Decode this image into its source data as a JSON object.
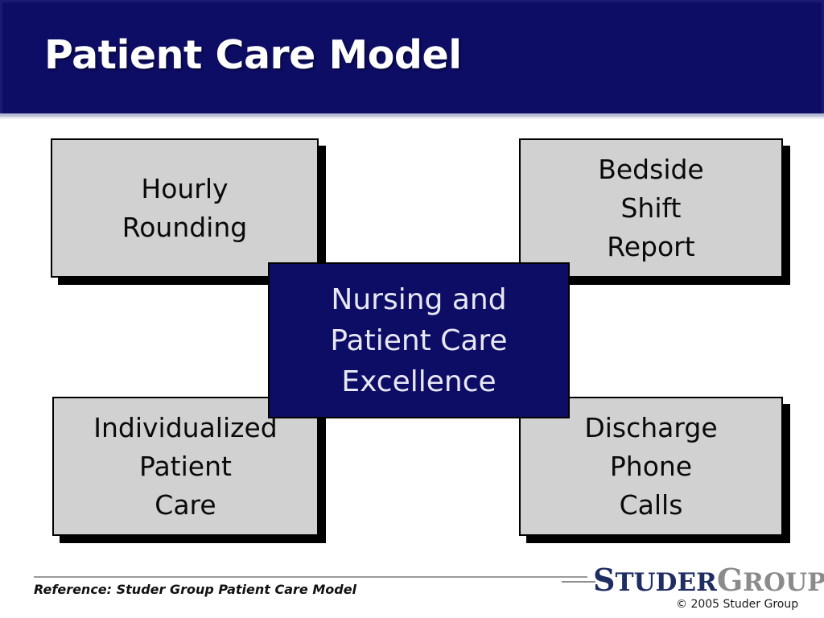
{
  "slide": {
    "title": "Patient Care Model",
    "background_color": "#ffffff",
    "accent_navy": "#0d0d66",
    "box_gray": "#d1d1d1"
  },
  "diagram": {
    "center": {
      "label": "Nursing and\nPatient Care\nExcellence",
      "fill": "#0d0d66",
      "text_color": "#e8e8f4"
    },
    "boxes": [
      {
        "id": "hourly-rounding",
        "label": "Hourly\nRounding",
        "fill": "#d1d1d1",
        "text_color": "#0a0a0a"
      },
      {
        "id": "bedside-shift-report",
        "label": "Bedside\nShift\nReport",
        "fill": "#d1d1d1",
        "text_color": "#0a0a0a"
      },
      {
        "id": "individualized-patient-care",
        "label": "Individualized\nPatient\nCare",
        "fill": "#d1d1d1",
        "text_color": "#0a0a0a"
      },
      {
        "id": "discharge-phone-calls",
        "label": "Discharge\nPhone\nCalls",
        "fill": "#d1d1d1",
        "text_color": "#0a0a0a"
      }
    ]
  },
  "footer": {
    "reference": "Reference:  Studer Group Patient Care Model",
    "logo": {
      "studer_s": "S",
      "studer_rest": "TUDER",
      "group_g": "G",
      "group_rest": "ROUP",
      "registered_mark": "®",
      "copyright": "© 2005  Studer Group",
      "studer_color": "#1f2d63",
      "group_color": "#8b8b8b"
    }
  }
}
